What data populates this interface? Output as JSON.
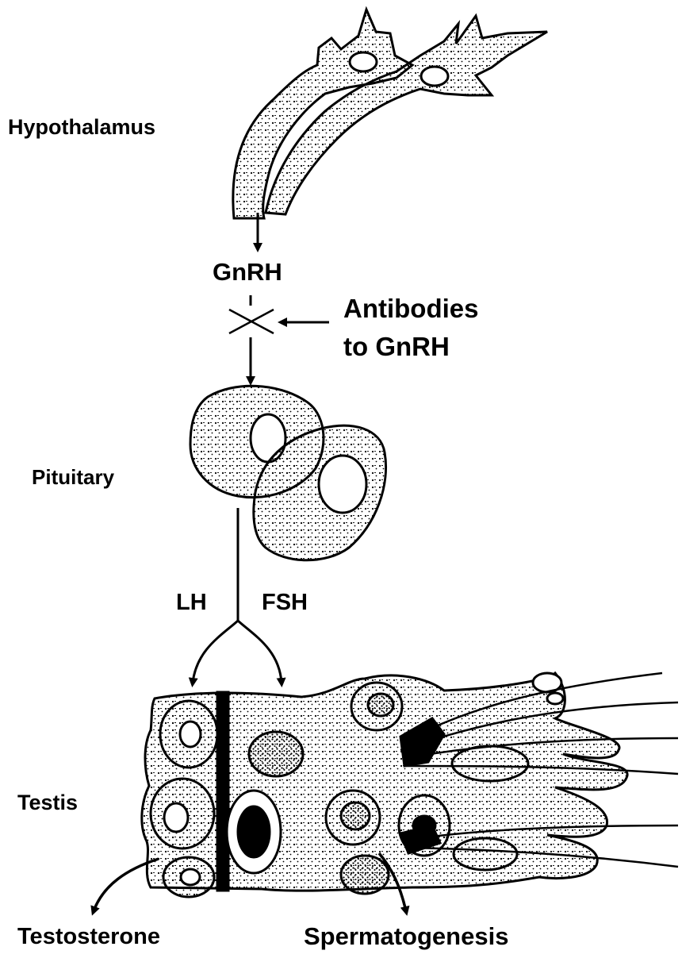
{
  "labels": {
    "hypothalamus": "Hypothalamus",
    "gnrh": "GnRH",
    "antibodies_line1": "Antibodies",
    "antibodies_line2": "to GnRH",
    "pituitary": "Pituitary",
    "lh": "LH",
    "fsh": "FSH",
    "testis": "Testis",
    "testosterone": "Testosterone",
    "spermatogenesis": "Spermatogenesis"
  },
  "colors": {
    "ink": "#000000",
    "background": "#ffffff"
  }
}
